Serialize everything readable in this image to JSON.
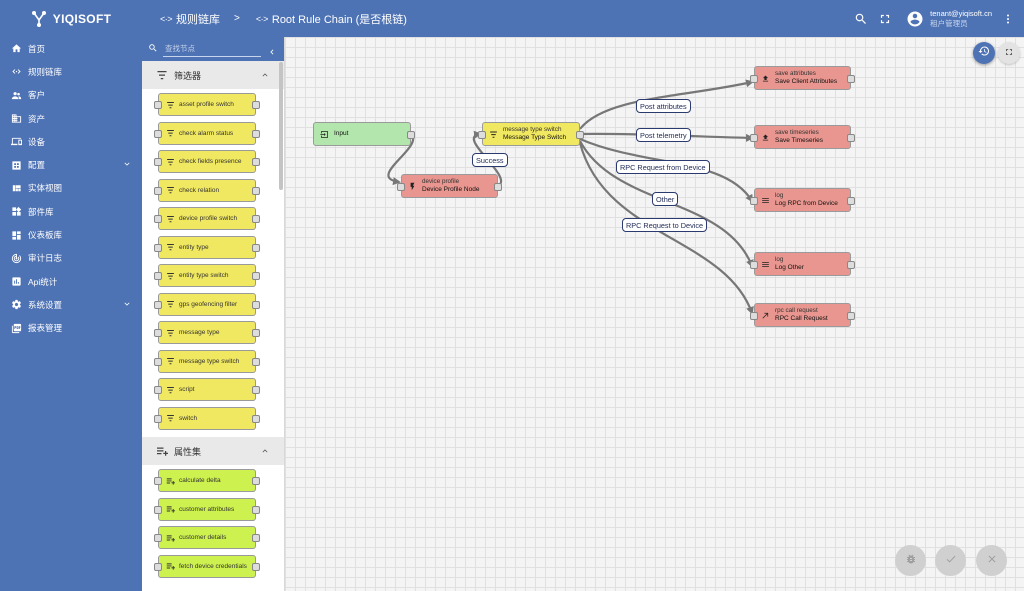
{
  "brand": {
    "name": "YIQISOFT"
  },
  "sidebar": {
    "items": [
      {
        "label": "首页",
        "icon": "home-icon"
      },
      {
        "label": "规则链库",
        "icon": "code-arrows-icon"
      },
      {
        "label": "客户",
        "icon": "people-icon"
      },
      {
        "label": "资产",
        "icon": "domain-icon"
      },
      {
        "label": "设备",
        "icon": "devices-icon"
      },
      {
        "label": "配置",
        "icon": "settings-box-icon",
        "expandable": true
      },
      {
        "label": "实体视图",
        "icon": "view-quilt-icon"
      },
      {
        "label": "部件库",
        "icon": "widgets-icon"
      },
      {
        "label": "仪表板库",
        "icon": "dashboard-icon"
      },
      {
        "label": "审计日志",
        "icon": "track-changes-icon"
      },
      {
        "label": "Api统计",
        "icon": "insert-chart-icon"
      },
      {
        "label": "系统设置",
        "icon": "gear-icon",
        "expandable": true
      },
      {
        "label": "报表管理",
        "icon": "pdf-icon"
      }
    ]
  },
  "topbar": {
    "breadcrumb": [
      {
        "icon_text": "<·>",
        "label": "规则链库"
      },
      {
        "icon_text": "<·>",
        "label": "Root Rule Chain (是否根链)"
      }
    ],
    "separator": ">",
    "user_email": "tenant@yiqisoft.cn",
    "user_role": "租户管理员"
  },
  "library": {
    "search_placeholder": "查找节点",
    "sections": [
      {
        "title": "筛选器",
        "color": "#f1e861",
        "nodes": [
          "asset profile switch",
          "check alarm status",
          "check fields presence",
          "check relation",
          "device profile switch",
          "entity type",
          "entity type switch",
          "gps geofencing filter",
          "message type",
          "message type switch",
          "script",
          "switch"
        ]
      },
      {
        "title": "属性集",
        "color": "#cdf14e",
        "nodes": [
          "calculate delta",
          "customer attributes",
          "customer details",
          "fetch device credentials"
        ]
      }
    ]
  },
  "chain": {
    "nodes": [
      {
        "id": "input",
        "type": "",
        "name": "Input",
        "color": "#b2e6ac",
        "icon": "input-icon"
      },
      {
        "id": "dp",
        "type": "device profile",
        "name": "Device Profile Node",
        "color": "#e8968f",
        "icon": "flash-icon"
      },
      {
        "id": "mts",
        "type": "message type switch",
        "name": "Message Type Switch",
        "color": "#f1e861",
        "icon": "filter-icon"
      },
      {
        "id": "sca",
        "type": "save attributes",
        "name": "Save Client Attributes",
        "color": "#e8968f",
        "icon": "upload-icon"
      },
      {
        "id": "sts",
        "type": "save timeseries",
        "name": "Save Timeseries",
        "color": "#e8968f",
        "icon": "upload-icon"
      },
      {
        "id": "log1",
        "type": "log",
        "name": "Log RPC from Device",
        "color": "#e8968f",
        "icon": "menu-icon"
      },
      {
        "id": "log2",
        "type": "log",
        "name": "Log Other",
        "color": "#e8968f",
        "icon": "menu-icon"
      },
      {
        "id": "rpc",
        "type": "rpc call request",
        "name": "RPC Call Request",
        "color": "#e8968f",
        "icon": "call-made-icon"
      }
    ],
    "edge_labels": [
      "Success",
      "Post attributes",
      "Post telemetry",
      "RPC Request from Device",
      "Other",
      "RPC Request to Device"
    ]
  }
}
